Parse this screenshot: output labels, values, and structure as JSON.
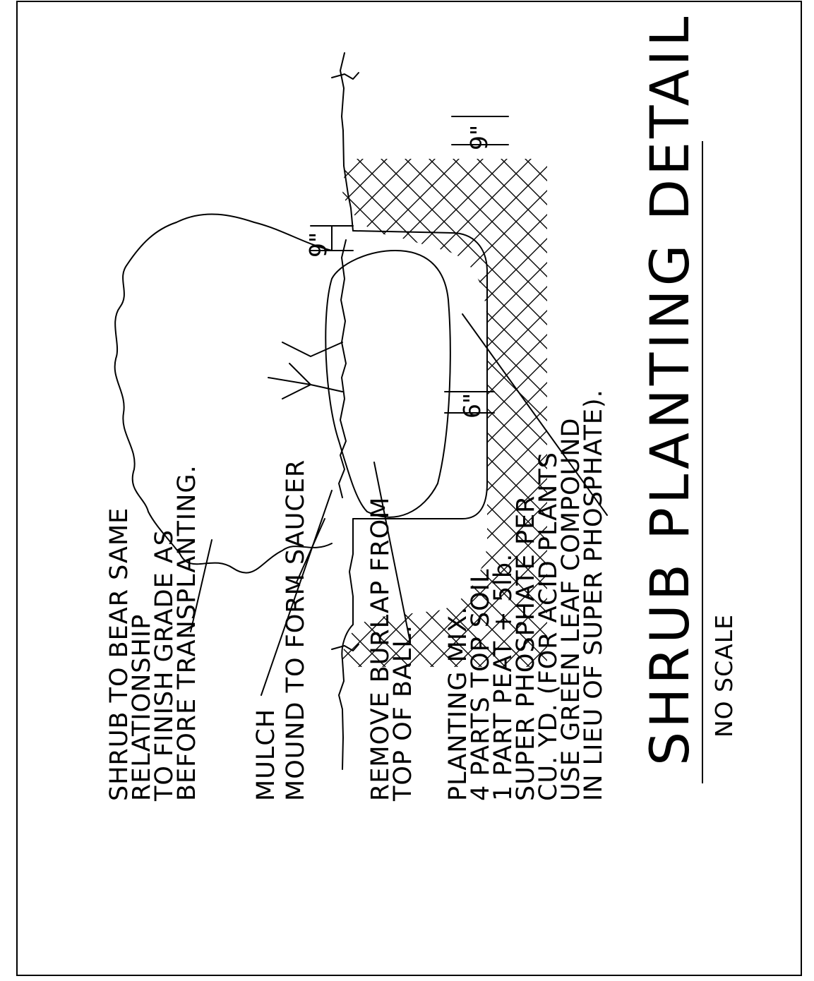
{
  "drawing": {
    "title": "SHRUB PLANTING DETAIL",
    "scale": "NO SCALE",
    "notes": {
      "shrub": [
        "SHRUB TO BEAR SAME",
        "RELATIONSHIP",
        "TO FINISH GRADE AS",
        "BEFORE TRANSPLANTING."
      ],
      "mulch": "MULCH",
      "mound": "MOUND TO FORM SAUCER",
      "burlap": [
        "REMOVE BURLAP FROM",
        "TOP OF BALL."
      ],
      "mix": [
        "PLANTING MIX.",
        "4 PARTS TOP SOIL",
        "1 PART PEAT + 5lb.",
        "SUPER PHOSPHATE PER",
        "CU. YD. (FOR ACID PLANTS",
        "USE GREEN LEAF COMPOUND",
        "IN LIEU OF SUPER PHOSPHATE)."
      ]
    },
    "dimensions": {
      "saucer_depth": "9\"",
      "below_ball": "6\"",
      "side_clearance": "9\""
    }
  }
}
